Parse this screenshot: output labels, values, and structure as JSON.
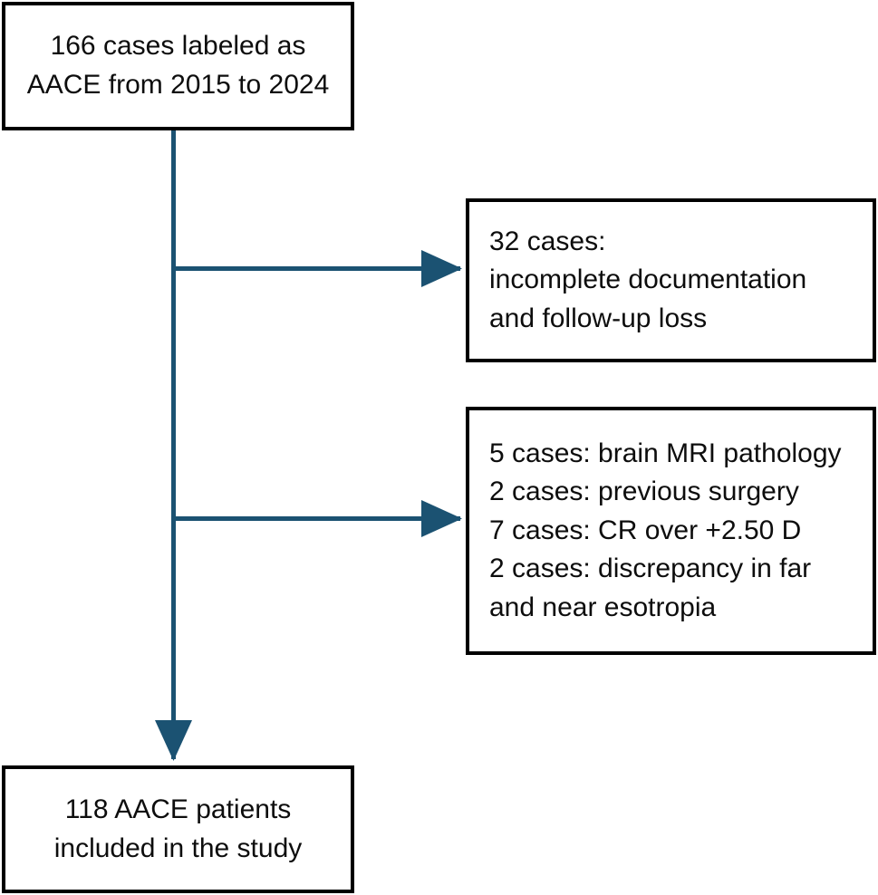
{
  "diagram": {
    "type": "flowchart",
    "title_present": false,
    "orientation": "top-to-bottom with right-side exclusion branches",
    "colors": {
      "box_border": "#000000",
      "box_fill": "#ffffff",
      "connector": "#1b5272",
      "text": "#0d0d0d"
    },
    "nodes": {
      "source": {
        "name": "source-cohort",
        "lines": [
          "166 cases labeled as",
          "AACE from 2015 to 2024"
        ],
        "count": "166",
        "align": "center"
      },
      "exclusion_1": {
        "name": "exclusion-documentation",
        "lines": [
          "32 cases:",
          "incomplete documentation",
          "and follow-up loss"
        ],
        "count": "32",
        "align": "left"
      },
      "exclusion_2": {
        "name": "exclusion-clinical",
        "lines": [
          "5 cases: brain MRI pathology",
          "2 cases: previous surgery",
          "7 cases: CR over +2.50 D",
          "2 cases: discrepancy in far",
          "and near esotropia"
        ],
        "counts": [
          "5",
          "2",
          "7",
          "2"
        ],
        "align": "left"
      },
      "included": {
        "name": "included-cohort",
        "lines": [
          "118 AACE patients",
          "included in the study"
        ],
        "count": "118",
        "align": "center"
      }
    },
    "connectors": [
      {
        "name": "stem-vertical",
        "from": "source",
        "to": "included",
        "direction": "down",
        "arrowhead": true
      },
      {
        "name": "branch-to-exclusion-1",
        "from": "stem-vertical",
        "to": "exclusion_1",
        "direction": "right",
        "arrowhead": true
      },
      {
        "name": "branch-to-exclusion-2",
        "from": "stem-vertical",
        "to": "exclusion_2",
        "direction": "right",
        "arrowhead": true
      }
    ]
  }
}
